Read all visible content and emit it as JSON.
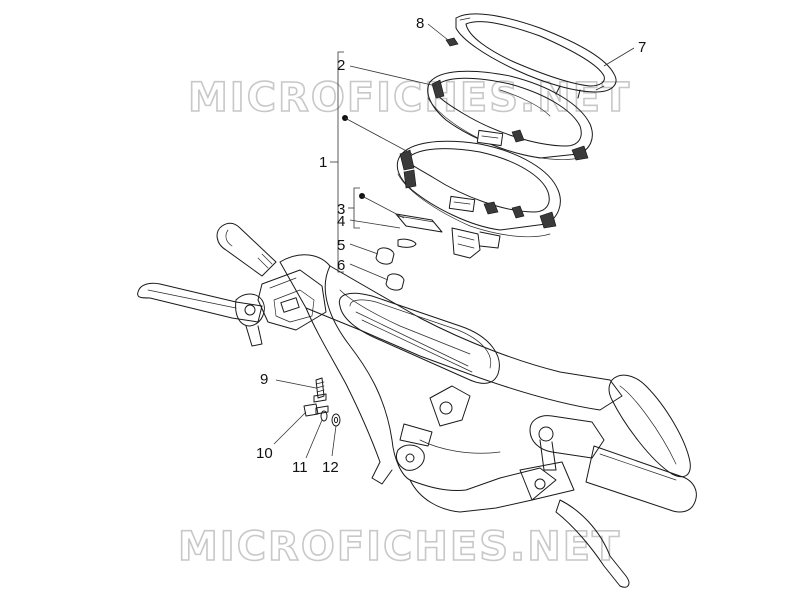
{
  "watermark": {
    "top": "MICROFICHES.NET",
    "bottom": "MICROFICHES.NET"
  },
  "callouts": {
    "c1": "1",
    "c2": "2",
    "c3": "3",
    "c4": "4",
    "c5": "5",
    "c6": "6",
    "c7": "7",
    "c8": "8",
    "c9": "9",
    "c10": "10",
    "c11": "11",
    "c12": "12"
  }
}
